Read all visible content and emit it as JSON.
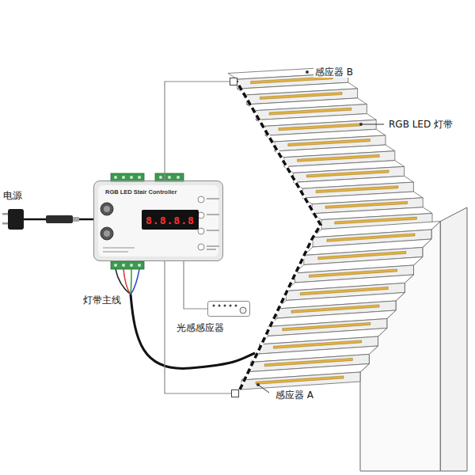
{
  "diagram": {
    "nodes": [
      {
        "text": [
          "电源"
        ]
      },
      {
        "text": [
          "RGB LED Stair Controller"
        ]
      },
      {
        "text": [
          "8.8.8.8"
        ],
        "in": 1
      },
      {
        "text": [
          "光感感应器"
        ]
      },
      {
        "text": [
          "感应器 B"
        ]
      },
      {
        "text": [
          "感应器 A"
        ]
      }
    ],
    "edges": [
      {
        "from": 0,
        "to": 1,
        "arrow": "none"
      },
      {
        "from": 1,
        "to": 4,
        "arrow": "none"
      },
      {
        "from": 1,
        "to": 3,
        "arrow": "none"
      },
      {
        "from": 1,
        "to": 5,
        "arrow": "none"
      }
    ],
    "labels": [
      "RGB LED 灯带",
      "灯带主线"
    ]
  }
}
